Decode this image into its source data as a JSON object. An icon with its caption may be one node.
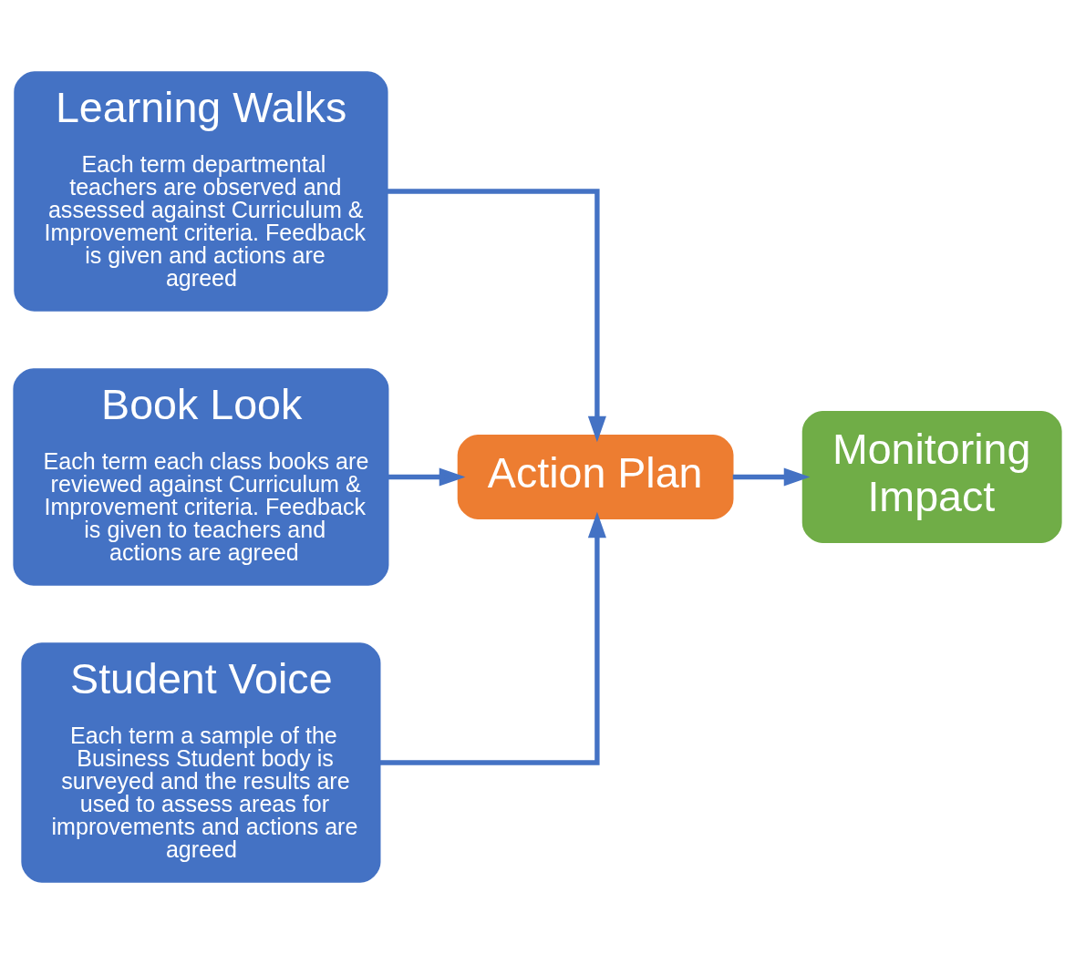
{
  "diagram": {
    "nodes": [
      {
        "text": [
          "Learning Walks",
          "Each term departmental teachers are observed and assessed against Curriculum & Improvement criteria. Feedback is given and actions are agreed"
        ]
      },
      {
        "text": [
          "Book Look",
          "Each term each class books are reviewed against Curriculum & Improvement criteria. Feedback is given to teachers and actions are agreed"
        ]
      },
      {
        "text": [
          "Student Voice",
          "Each term a sample of the Business Student body is surveyed and the results are used to assess areas for improvements and actions are agreed"
        ]
      },
      {
        "text": [
          "Action Plan"
        ]
      },
      {
        "text": [
          "Monitoring Impact"
        ]
      }
    ],
    "edges": [
      {
        "from": 0,
        "to": 3,
        "arrow": "to"
      },
      {
        "from": 1,
        "to": 3,
        "arrow": "to"
      },
      {
        "from": 2,
        "to": 3,
        "arrow": "to"
      },
      {
        "from": 3,
        "to": 4,
        "arrow": "to"
      }
    ]
  }
}
